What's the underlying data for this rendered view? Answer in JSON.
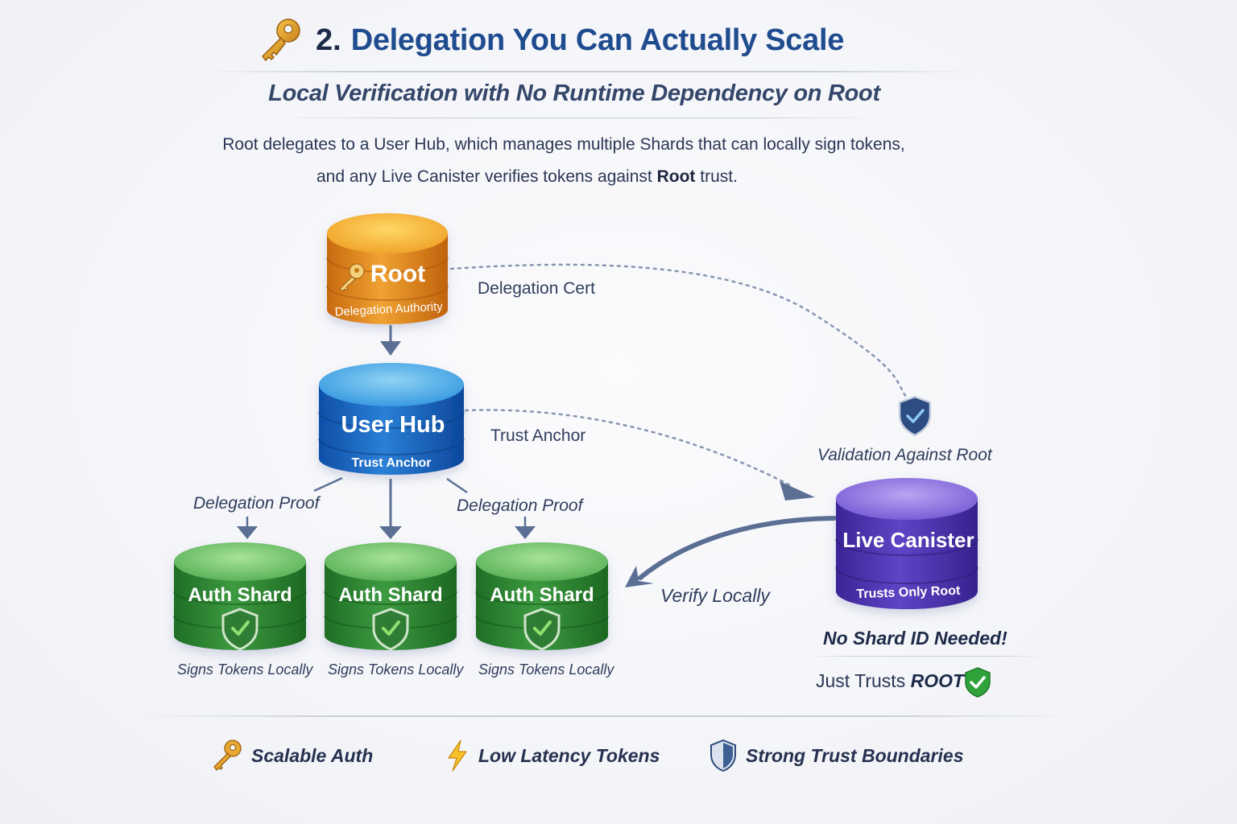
{
  "header": {
    "number": "2.",
    "title": "Delegation You Can Actually Scale",
    "subtitle": "Local Verification with No Runtime Dependency on Root",
    "icon": "key-icon"
  },
  "description": {
    "line1": "Root delegates to a User Hub, which manages multiple Shards that can locally sign tokens,",
    "line2_pre": "and any Live Canister verifies tokens against ",
    "line2_bold": "Root",
    "line2_post": " trust."
  },
  "nodes": {
    "root": {
      "title": "Root",
      "subtitle": "Delegation Authority",
      "color": "#e8921c",
      "icon": "key-icon"
    },
    "hub": {
      "title": "User Hub",
      "subtitle": "Trust Anchor",
      "color": "#1f6cc4"
    },
    "shards": [
      {
        "title": "Auth Shard",
        "caption": "Signs Tokens Locally",
        "color": "#2f8f34",
        "icon": "shield-check-icon"
      },
      {
        "title": "Auth Shard",
        "caption": "Signs Tokens Locally",
        "color": "#2f8f34",
        "icon": "shield-check-icon"
      },
      {
        "title": "Auth Shard",
        "caption": "Signs Tokens Locally",
        "color": "#2f8f34",
        "icon": "shield-check-icon"
      }
    ],
    "canister": {
      "title": "Live Canister",
      "subtitle": "Trusts Only Root",
      "color": "#5a3fc0"
    }
  },
  "edges": {
    "delegation_cert": "Delegation Cert",
    "trust_anchor": "Trust Anchor",
    "delegation_proof_left": "Delegation Proof",
    "delegation_proof_right": "Delegation Proof",
    "validation": "Validation Against Root",
    "verify_locally": "Verify Locally"
  },
  "callout": {
    "headline": "No Shard ID Needed!",
    "line_pre": "Just Trusts ",
    "line_bold": "ROOT",
    "icon": "shield-check-icon"
  },
  "footer": [
    {
      "label": "Scalable Auth",
      "icon": "key-icon"
    },
    {
      "label": "Low Latency Tokens",
      "icon": "lightning-icon"
    },
    {
      "label": "Strong Trust Boundaries",
      "icon": "shield-icon"
    }
  ]
}
